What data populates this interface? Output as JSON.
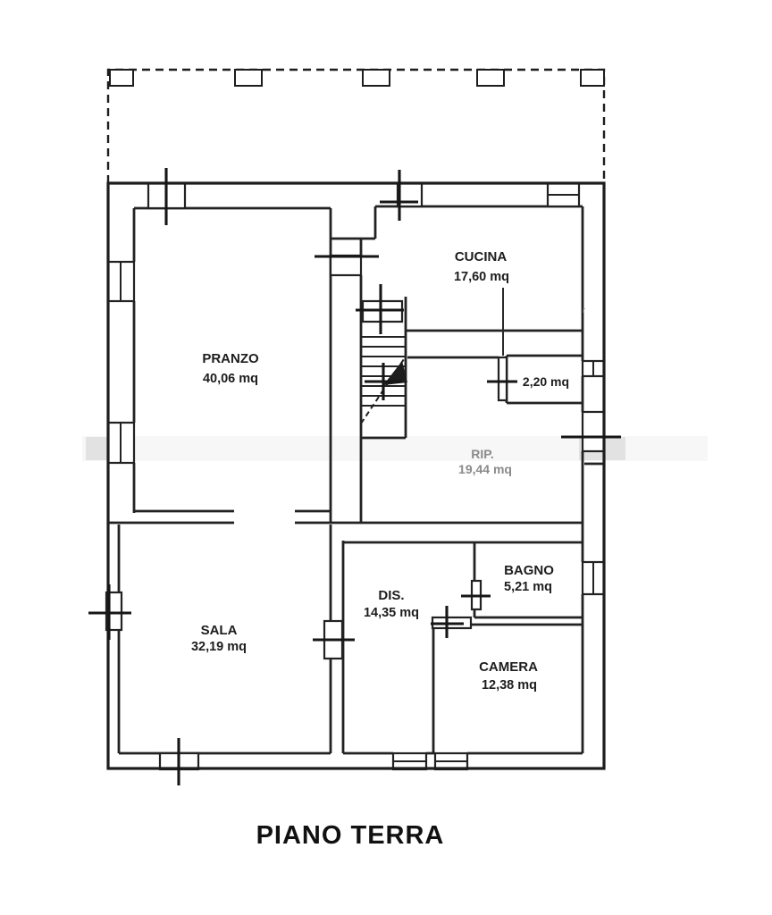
{
  "palette": {
    "background": "#ffffff",
    "ink": "#222222",
    "faded_ink": "#8a8a8a"
  },
  "floor_plan": {
    "caption": "PIANO TERRA",
    "rooms": {
      "pranzo": {
        "name": "PRANZO",
        "area": "40,06 mq"
      },
      "cucina": {
        "name": "CUCINA",
        "area": "17,60 mq"
      },
      "ripostiglio": {
        "name": "RIP.",
        "area": "19,44 mq"
      },
      "sala": {
        "name": "SALA",
        "area": "32,19 mq"
      },
      "disimpegno": {
        "name": "DIS.",
        "area": "14,35 mq"
      },
      "bagno": {
        "name": "BAGNO",
        "area": "5,21 mq"
      },
      "camera": {
        "name": "CAMERA",
        "area": "12,38 mq"
      },
      "closet": {
        "name": "",
        "area": "2,20 mq"
      }
    },
    "scan_speck": "r"
  }
}
